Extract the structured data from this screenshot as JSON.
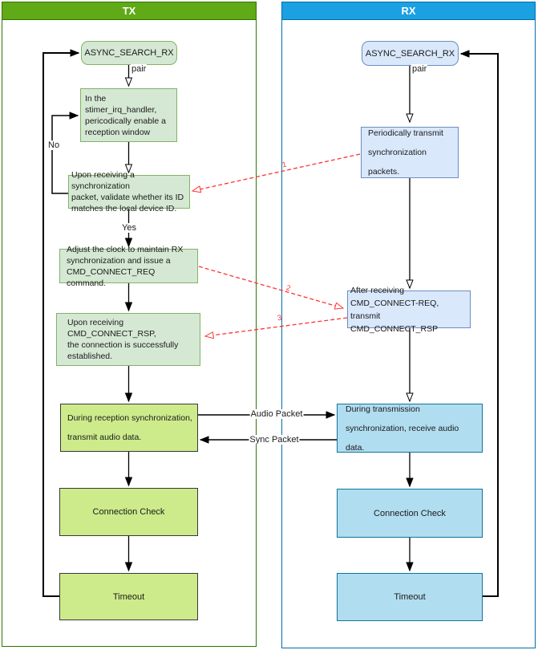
{
  "panels": {
    "tx": {
      "title": "TX",
      "nodes": {
        "async_search": "ASYNC_SEARCH_RX",
        "stimer": "In the stimer_irq_handler,\npericodically enable a\nreception window",
        "validate": "Upon receiving a synchronization\npacket, validate whether its ID\nmatches the local device ID.",
        "adjust": "Adjust the clock to maintain RX\nsynchronization and issue a\nCMD_CONNECT_REQ command.",
        "connect_rsp": "Upon receiving\nCMD_CONNECT_RSP,\nthe connection is successfully\nestablished.",
        "audio": "During reception synchronization,\ntransmit audio data.",
        "connection_check": "Connection Check",
        "timeout": "Timeout"
      }
    },
    "rx": {
      "title": "RX",
      "nodes": {
        "async_search": "ASYNC_SEARCH_RX",
        "periodic": "Periodically transmit\nsynchronization packets.",
        "after_receiving": "After receiving\nCMD_CONNECT-REQ, transmit\nCMD_CONNECT_RSP",
        "audio": "During transmission\nsynchronization, receive audio data.",
        "connection_check": "Connection Check",
        "timeout": "Timeout"
      }
    }
  },
  "edge_labels": {
    "tx_pair": "pair",
    "rx_pair": "pair",
    "no": "No",
    "yes": "Yes",
    "audio_packet": "Audio Packet",
    "sync_packet": "Sync Packet",
    "seq_1": "1",
    "seq_2": "2",
    "seq_3": "3"
  },
  "colors": {
    "tx_header": "#60a917",
    "tx_border": "#2d7600",
    "rx_header": "#1ba1e2",
    "rx_border": "#006eaf",
    "pale_green_fill": "#d5e8d4",
    "pale_green_border": "#82b366",
    "green_fill": "#cdeb8b",
    "green_border": "#36393d",
    "pale_blue_fill": "#dae8fc",
    "pale_blue_border": "#6c8ebf",
    "blue_fill": "#b1ddf0",
    "blue_border": "#10739e",
    "red_line": "#ff3333"
  }
}
